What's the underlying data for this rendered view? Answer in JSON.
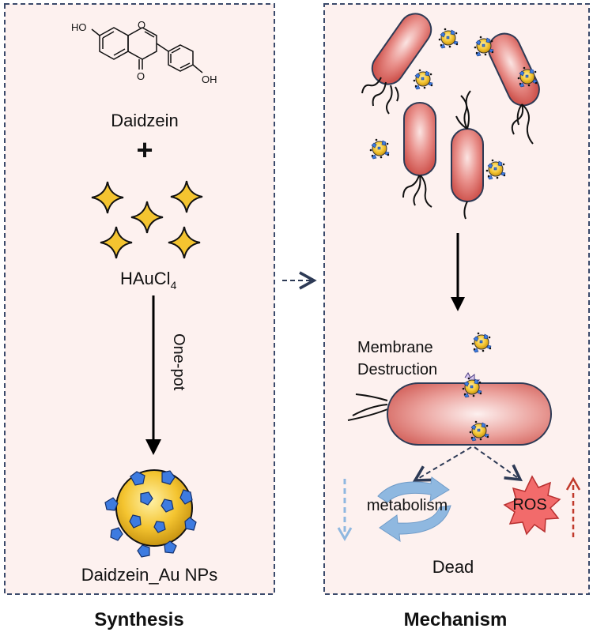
{
  "panels": {
    "synthesis": {
      "caption": "Synthesis",
      "molecule": {
        "name": "Daidzein",
        "oh_top": "HO",
        "oh_right": "OH",
        "carbonyl_o": "O",
        "ring_o": "O"
      },
      "plus": "+",
      "reagent": {
        "base": "HAuCl",
        "subscript": "4"
      },
      "step_label": "One-pot",
      "product": "Daidzein_Au NPs"
    },
    "mechanism": {
      "caption": "Mechanism",
      "membrane_label_1": "Membrane",
      "membrane_label_2": "Destruction",
      "metabolism": "metabolism",
      "ros": "ROS",
      "outcome": "Dead"
    }
  },
  "colors": {
    "panel_bg": "#fdf1ef",
    "panel_border": "#3b4a6b",
    "bacteria": "#d9615c",
    "gold": "#f4c430",
    "blue": "#3d7be0",
    "metabolism_arrow": "#8fb8e0",
    "ros_fill": "#f26b6b",
    "ros_up_arrow": "#c0392b"
  }
}
